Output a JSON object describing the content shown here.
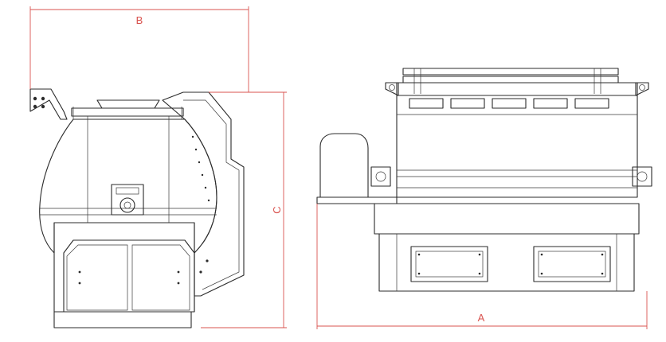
{
  "dimensions": {
    "width_label": "B",
    "height_label": "C",
    "length_label": "A"
  },
  "colors": {
    "dimension": "#d9534f",
    "linework": "#2b2b2b",
    "background": "#ffffff"
  }
}
